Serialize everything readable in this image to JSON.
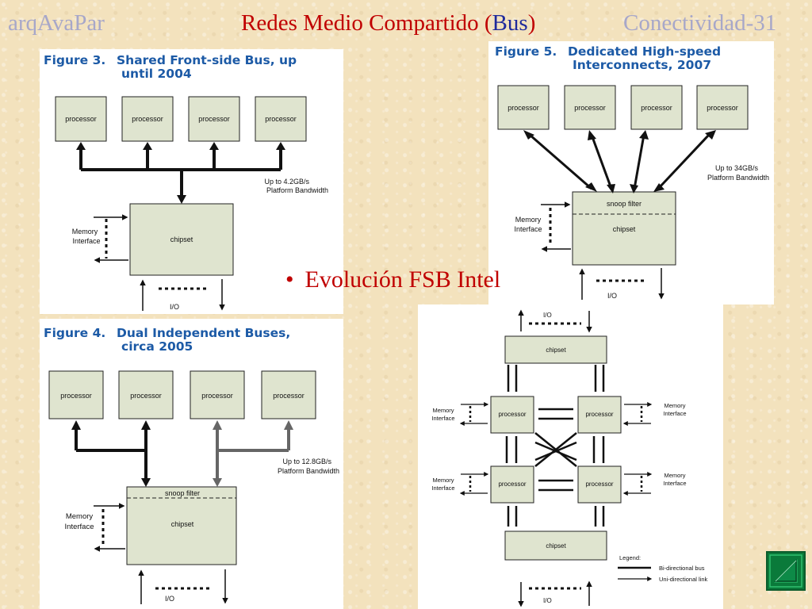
{
  "header": {
    "left": "arqAvaPar",
    "center_main": "Redes Medio Compartido (",
    "center_bus": "Bus",
    "center_close": ")",
    "right": "Conectividad-31"
  },
  "bullet": "Evolución FSB Intel",
  "fig3": {
    "num": "Figure 3.",
    "line1": "Shared Front-side Bus, up",
    "line2": "until 2004",
    "processor": "processor",
    "bandwidth1": "Up to 4.2GB/s",
    "bandwidth2": "Platform Bandwidth",
    "mem1": "Memory",
    "mem2": "Interface",
    "chipset": "chipset",
    "io": "I/O"
  },
  "fig5": {
    "num": "Figure 5.",
    "line1": "Dedicated High-speed",
    "line2": "Interconnects, 2007",
    "processor": "processor",
    "bandwidth1": "Up to 34GB/s",
    "bandwidth2": "Platform Bandwidth",
    "snoop": "snoop filter",
    "chipset": "chipset",
    "mem1": "Memory",
    "mem2": "Interface",
    "io": "I/O"
  },
  "fig4": {
    "num": "Figure 4.",
    "line1": "Dual Independent Buses,",
    "line2": "circa 2005",
    "processor": "processor",
    "bandwidth1": "Up to 12.8GB/s",
    "bandwidth2": "Platform Bandwidth",
    "snoop": "snoop filter",
    "chipset": "chipset",
    "mem1": "Memory",
    "mem2": "Interface",
    "io": "I/O"
  },
  "fig6": {
    "io": "I/O",
    "chipset": "chipset",
    "processor": "processor",
    "mem1": "Memory",
    "mem2": "Interface",
    "legend": "Legend:",
    "bidir": "Bi-directional bus",
    "unidir": "Uni-directional link"
  },
  "colors": {
    "title_gray": "#a7a7c9",
    "title_red": "#c00000",
    "title_blue": "#1f2a9c",
    "box_fill": "#dfe4cf",
    "figure_title": "#1c5aa6",
    "nav_green": "#0a7a3a"
  },
  "nav": {
    "icon": "back-triangle-icon"
  }
}
